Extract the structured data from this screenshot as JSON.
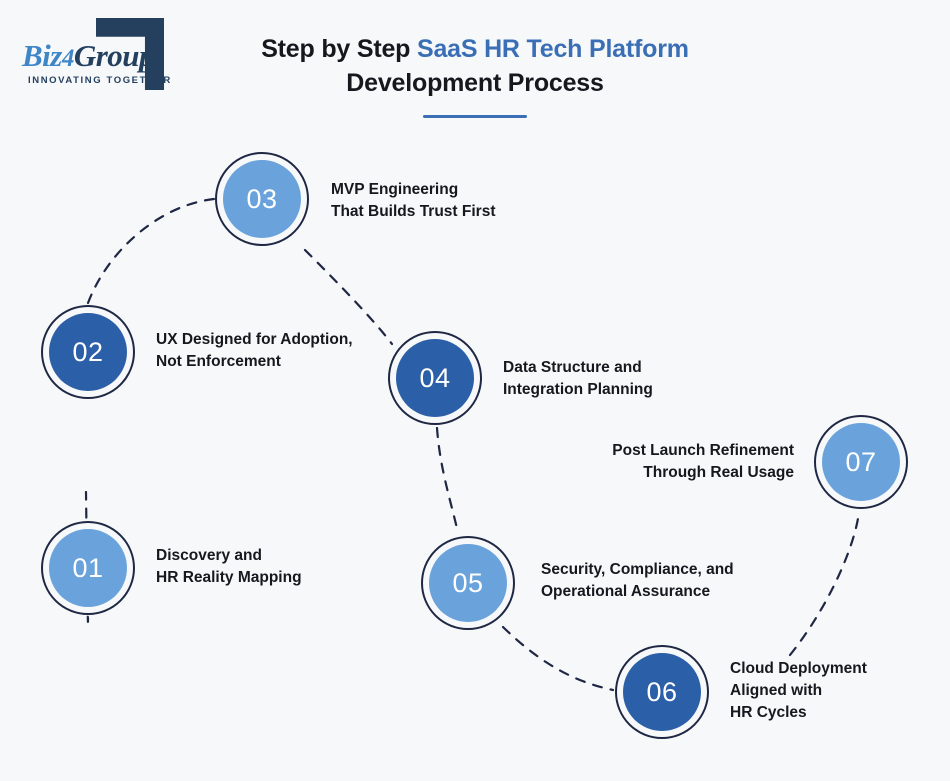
{
  "brand": {
    "logo_biz": "Biz",
    "logo_four": "4",
    "logo_group": "Group",
    "tagline": "INNOVATING TOGETHER",
    "logo_blue": "#3e86c8",
    "logo_navy": "#24405f"
  },
  "header": {
    "title_line1_plain": "Step by Step ",
    "title_line1_accent": "SaaS HR Tech Platform",
    "title_line2": "Development Process",
    "accent_color": "#3b6fb5",
    "text_color": "#15181c"
  },
  "theme": {
    "background": "#f6f8fa",
    "circle_light": "#6aa3dc",
    "circle_dark": "#2b5fa8",
    "ring_color": "#1f2744",
    "connector_color": "#1f2744"
  },
  "steps": [
    {
      "number": "01",
      "tone": "light",
      "label_line1": "Discovery and",
      "label_line2": "HR Reality Mapping",
      "label_line3": ""
    },
    {
      "number": "02",
      "tone": "dark",
      "label_line1": "UX Designed for Adoption,",
      "label_line2": "Not Enforcement",
      "label_line3": ""
    },
    {
      "number": "03",
      "tone": "light",
      "label_line1": "MVP Engineering",
      "label_line2": "That Builds Trust First",
      "label_line3": ""
    },
    {
      "number": "04",
      "tone": "dark",
      "label_line1": "Data Structure and",
      "label_line2": "Integration Planning",
      "label_line3": ""
    },
    {
      "number": "05",
      "tone": "light",
      "label_line1": "Security, Compliance, and",
      "label_line2": "Operational Assurance",
      "label_line3": ""
    },
    {
      "number": "06",
      "tone": "dark",
      "label_line1": "Cloud Deployment",
      "label_line2": "Aligned with",
      "label_line3": "HR Cycles"
    },
    {
      "number": "07",
      "tone": "light",
      "label_line1": "Post Launch Refinement",
      "label_line2": "Through Real Usage",
      "label_line3": ""
    }
  ]
}
